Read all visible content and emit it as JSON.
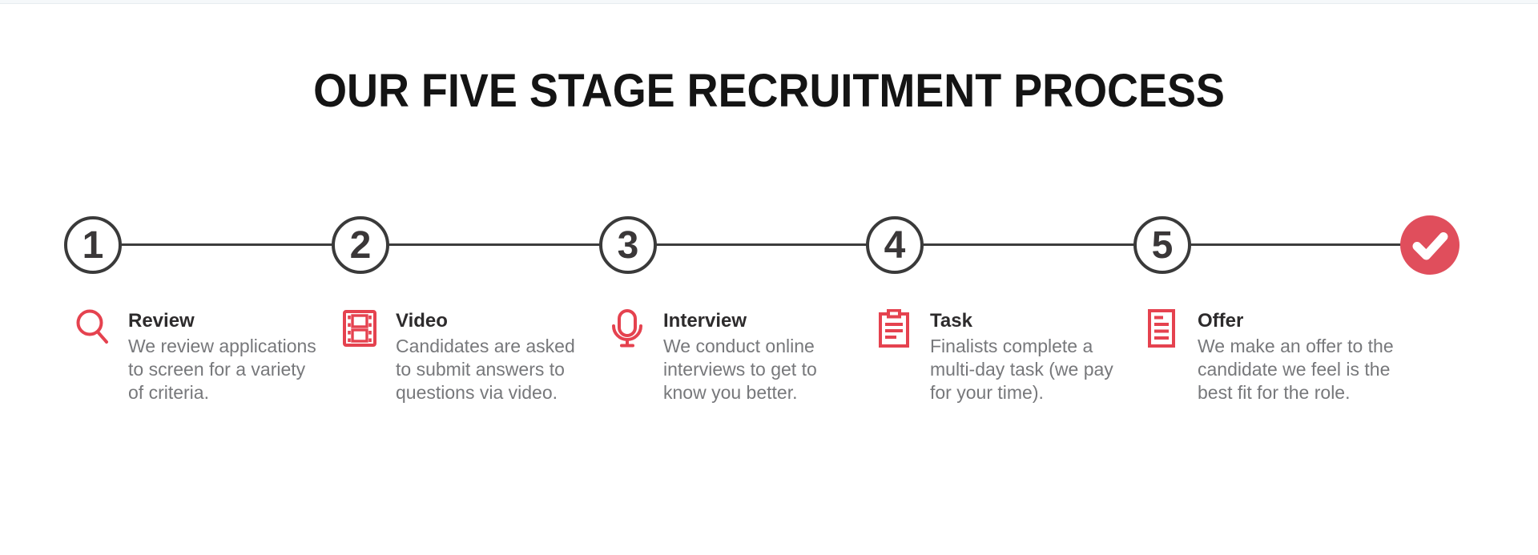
{
  "title": "OUR FIVE STAGE RECRUITMENT PROCESS",
  "colors": {
    "accent_red": "#e5424f",
    "check_circle_red": "#e04e5c",
    "timeline_dark": "#3a3a3a",
    "heading_text": "#2d2b2c",
    "body_text": "#77787b",
    "title_text": "#141414",
    "top_strip": "#f5f8fa"
  },
  "timeline": {
    "steps": [
      {
        "number": "1",
        "icon": "magnifier-icon",
        "title": "Review",
        "description_lines": [
          "We review applications",
          "to screen for a variety",
          "of criteria."
        ]
      },
      {
        "number": "2",
        "icon": "film-strip-icon",
        "title": "Video",
        "description_lines": [
          "Candidates are asked",
          "to submit answers to",
          "questions via video."
        ]
      },
      {
        "number": "3",
        "icon": "microphone-icon",
        "title": "Interview",
        "description_lines": [
          "We conduct online",
          "interviews to get to",
          "know you better."
        ]
      },
      {
        "number": "4",
        "icon": "clipboard-icon",
        "title": "Task",
        "description_lines": [
          "Finalists complete a",
          "multi-day task (we pay",
          "for your time)."
        ]
      },
      {
        "number": "5",
        "icon": "document-icon",
        "title": "Offer",
        "description_lines": [
          "We make an offer to the",
          "candidate we feel is the",
          "best fit for the role."
        ]
      }
    ],
    "end_marker": {
      "icon": "checkmark-icon"
    }
  }
}
